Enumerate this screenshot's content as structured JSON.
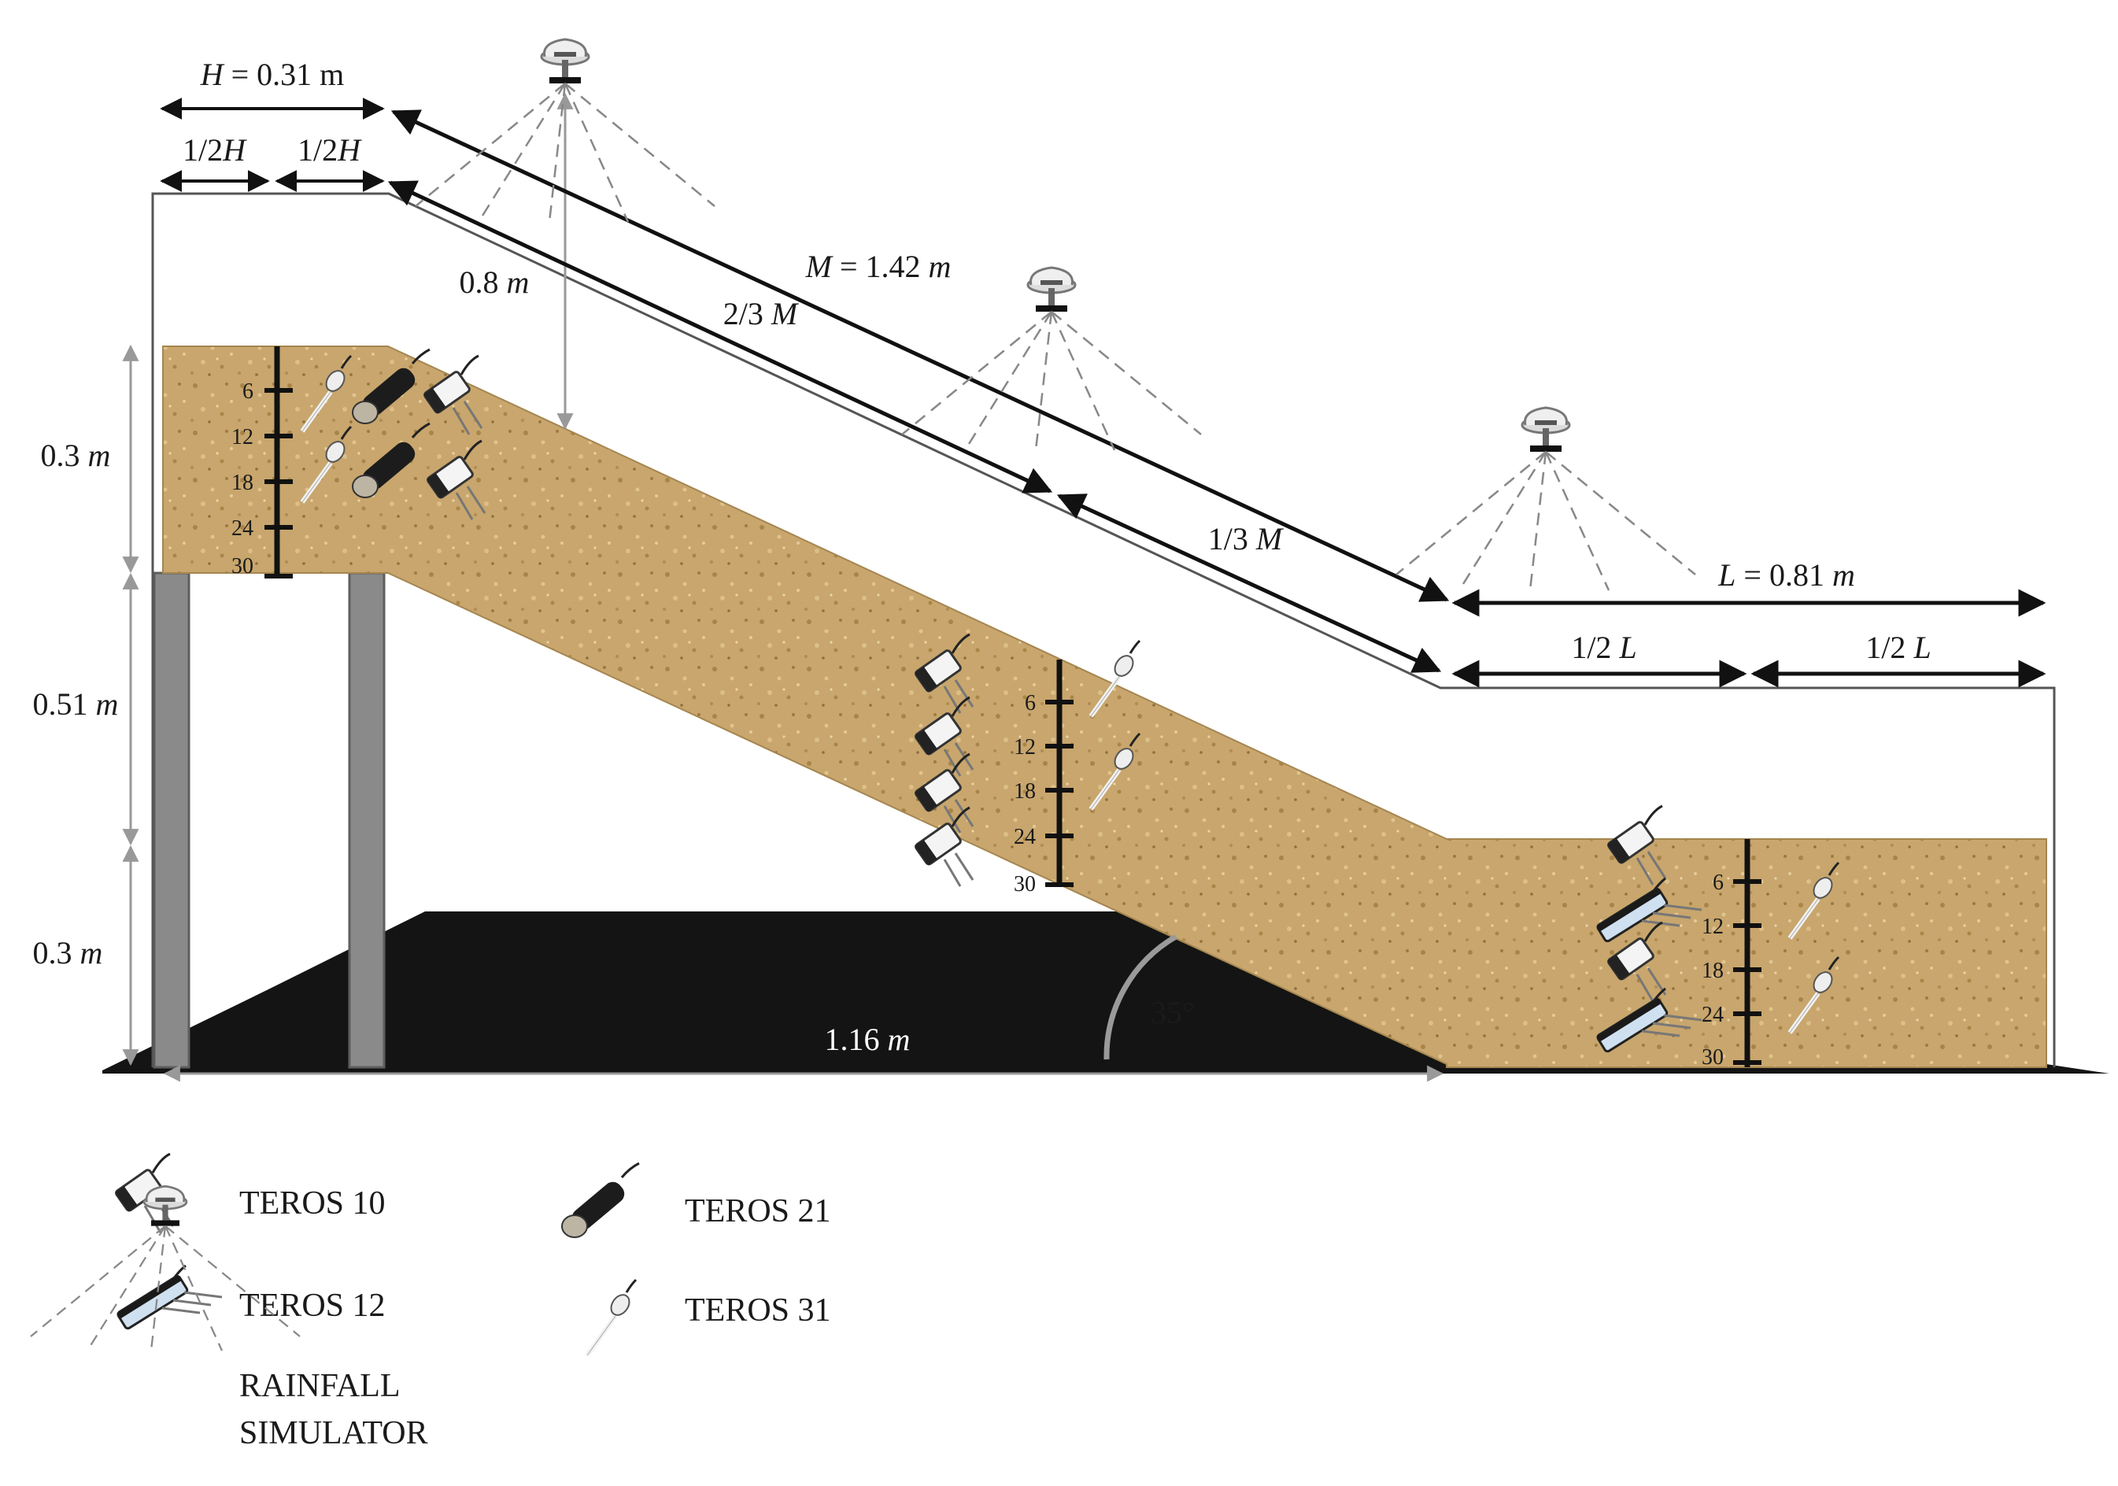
{
  "colors": {
    "soil": "#c8a66d",
    "soil_dark": "#b08b52",
    "base": "#141414",
    "pillar": "#8a8a8a",
    "line": "#111111",
    "guide": "#9a9a9a"
  },
  "dimensions": {
    "H": {
      "var": "H",
      "value": " = 0.31 m"
    },
    "half_h_left": {
      "num": "1/2",
      "var": "H"
    },
    "half_h_right": {
      "num": "1/2",
      "var": "H"
    },
    "gap": {
      "value": "0.8 ",
      "unit": "m"
    },
    "M": {
      "var": "M",
      "value": " = 1.42 ",
      "unit": "m"
    },
    "two_thirds_m": {
      "num": "2/3 ",
      "var": "M"
    },
    "one_third_m": {
      "num": "1/3 ",
      "var": "M"
    },
    "L": {
      "var": "L",
      "value": " = 0.81 ",
      "unit": "m"
    },
    "half_l_left": {
      "num": "1/2 ",
      "var": "L"
    },
    "half_l_right": {
      "num": "1/2 ",
      "var": "L"
    },
    "depth_top": {
      "value": "0.3 ",
      "unit": "m"
    },
    "height_mid": {
      "value": "0.51 ",
      "unit": "m"
    },
    "height_bottom": {
      "value": "0.3 ",
      "unit": "m"
    },
    "base_length": {
      "value": "1.16 ",
      "unit": "m"
    },
    "angle": "35°"
  },
  "depth_ticks": [
    "6",
    "12",
    "18",
    "24",
    "30"
  ],
  "legend": {
    "teros10": "TEROS 10",
    "teros12": "TEROS 12",
    "teros21": "TEROS 21",
    "teros31": "TEROS 31",
    "rainfall_line1": "RAINFALL",
    "rainfall_line2": "SIMULATOR"
  },
  "icons": [
    "teros-10-icon",
    "teros-12-icon",
    "teros-21-icon",
    "teros-31-icon",
    "rainfall-simulator-icon"
  ]
}
